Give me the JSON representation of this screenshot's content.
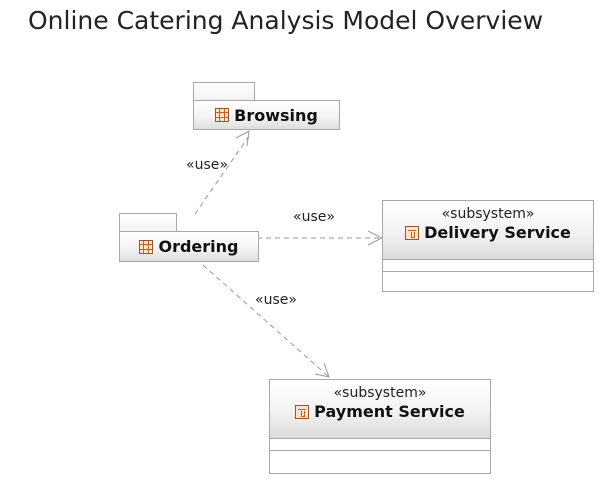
{
  "diagram": {
    "title": "Online Catering Analysis Model Overview",
    "packages": [
      {
        "id": "browsing",
        "name": "Browsing",
        "icon": "package-icon"
      },
      {
        "id": "ordering",
        "name": "Ordering",
        "icon": "package-icon"
      }
    ],
    "subsystems": [
      {
        "id": "delivery",
        "stereotype": "«subsystem»",
        "name": "Delivery Service",
        "icon": "subsystem-icon"
      },
      {
        "id": "payment",
        "stereotype": "«subsystem»",
        "name": "Payment Service",
        "icon": "subsystem-icon"
      }
    ],
    "dependencies": [
      {
        "from": "Ordering",
        "to": "Browsing",
        "label": "«use»"
      },
      {
        "from": "Ordering",
        "to": "Delivery Service",
        "label": "«use»"
      },
      {
        "from": "Ordering",
        "to": "Payment Service",
        "label": "«use»"
      }
    ],
    "colors": {
      "border": "#a8a8a8",
      "connector": "#9a9a9a",
      "icon": "#c0622d"
    }
  }
}
